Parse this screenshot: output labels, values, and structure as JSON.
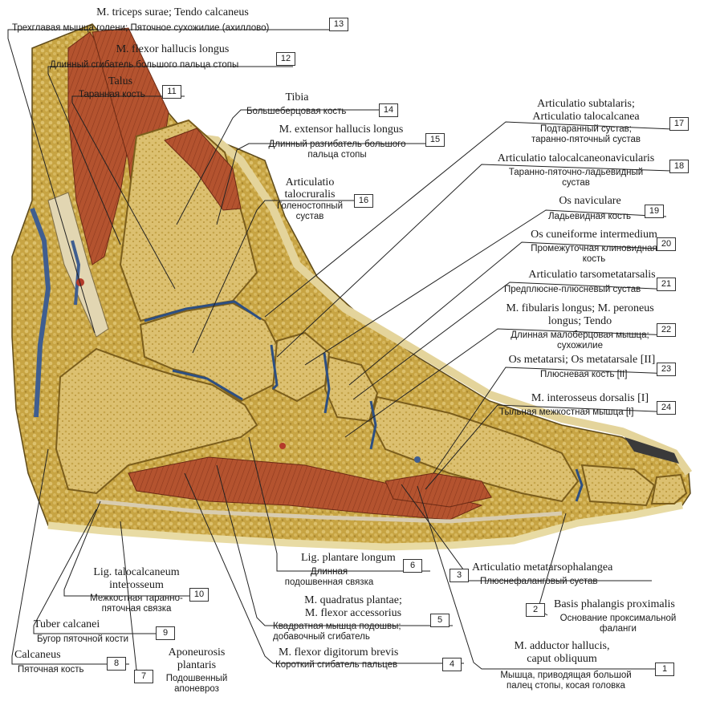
{
  "labels": {
    "l1": {
      "num": "1",
      "lat": "M. adductor hallucis,\ncaput obliquum",
      "rus": "Мышца, приводящая большой\nпалец стопы, косая головка"
    },
    "l2": {
      "num": "2",
      "lat": "Basis phalangis proximalis",
      "rus": "Основание проксимальной\nфаланги"
    },
    "l3": {
      "num": "3",
      "lat": "Articulatio metatarsophalangea",
      "rus": "Плюснефаланговый сустав"
    },
    "l4": {
      "num": "4",
      "lat": "M. flexor digitorum brevis",
      "rus": "Короткий сгибатель пальцев"
    },
    "l5": {
      "num": "5",
      "lat": "M. quadratus plantae;\nM. flexor accessorius",
      "rus": "Квадратная мышца подошвы;\nдобавочный сгибатель"
    },
    "l6": {
      "num": "6",
      "lat": "Lig. plantare longum",
      "rus": "Длинная\nподошвенная связка"
    },
    "l7": {
      "num": "7",
      "lat": "Aponeurosis\nplantaris",
      "rus": "Подошвенный\nапоневроз"
    },
    "l8": {
      "num": "8",
      "lat": "Calcaneus",
      "rus": "Пяточная кость"
    },
    "l9": {
      "num": "9",
      "lat": "Tuber calcanei",
      "rus": "Бугор пяточной кости"
    },
    "l10": {
      "num": "10",
      "lat": "Lig. talocalcaneum\ninterosseum",
      "rus": "Межкостная таранно-\nпяточная связка"
    },
    "l11": {
      "num": "11",
      "lat": "Talus",
      "rus": "Таранная кость"
    },
    "l12": {
      "num": "12",
      "lat": "M. flexor hallucis longus",
      "rus": "Длинный сгибатель большого пальца стопы"
    },
    "l13": {
      "num": "13",
      "lat": "M. triceps surae; Tendo calcaneus",
      "rus": "Трехглавая мышца голени; Пяточное сухожилие (ахиллово)"
    },
    "l14": {
      "num": "14",
      "lat": "Tibia",
      "rus": "Большеберцовая кость"
    },
    "l15": {
      "num": "15",
      "lat": "M. extensor hallucis longus",
      "rus": "Длинный разгибатель большого\nпальца стопы"
    },
    "l16": {
      "num": "16",
      "lat": "Articulatio\ntalocruralis",
      "rus": "Голеностопный\nсустав"
    },
    "l17": {
      "num": "17",
      "lat": "Articulatio subtalaris;\nArticulatio talocalcanea",
      "rus": "Подтаранный сустав;\nтаранно-пяточный сустав"
    },
    "l18": {
      "num": "18",
      "lat": "Articulatio talocalcaneonavicularis",
      "rus": "Таранно-пяточно-ладьевидный\nсустав"
    },
    "l19": {
      "num": "19",
      "lat": "Os naviculare",
      "rus": "Ладьевидная кость"
    },
    "l20": {
      "num": "20",
      "lat": "Os cuneiforme intermedium",
      "rus": "Промежуточная клиновидная\nкость"
    },
    "l21": {
      "num": "21",
      "lat": "Articulatio tarsometatarsalis",
      "rus": "Предплюсне-плюсневый сустав"
    },
    "l22": {
      "num": "22",
      "lat": "M. fibularis longus; M. peroneus\nlongus; Tendo",
      "rus": "Длинная малоберцовая мышца;\nсухожилие"
    },
    "l23": {
      "num": "23",
      "lat": "Os metatarsi; Os metatarsale [II]",
      "rus": "Плюсневая кость [II]"
    },
    "l24": {
      "num": "24",
      "lat": "M. interosseus dorsalis [I]",
      "rus": "Тыльная межкостная мышца [I]"
    }
  },
  "colors": {
    "bone": "#d9bb63",
    "bone_dark": "#b8953a",
    "fat": "#c9a64a",
    "muscle": "#b5532f",
    "joint_line": "#2d4f82",
    "skin": "#e9dfa9",
    "leader": "#222222"
  }
}
